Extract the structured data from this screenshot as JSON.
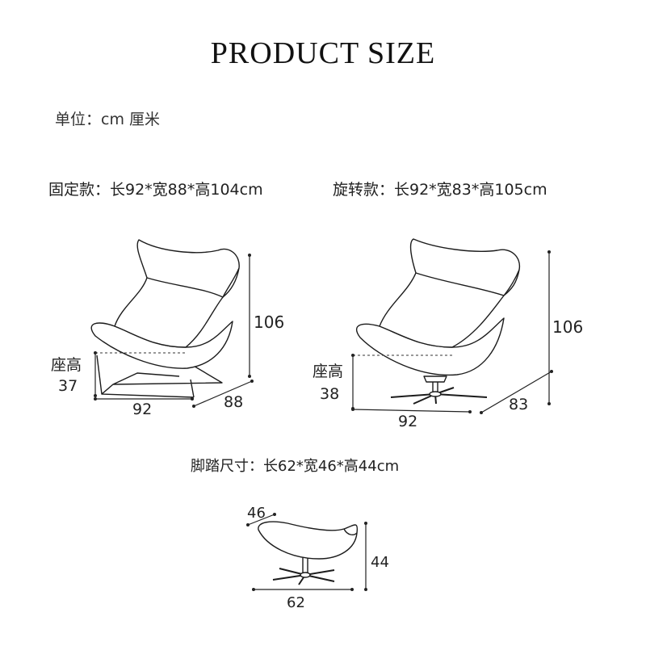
{
  "title": "PRODUCT SIZE",
  "unit": "单位：cm 厘米",
  "fixed": {
    "spec": "固定款：长92*宽88*高104cm",
    "height": "106",
    "seat_label": "座高",
    "seat_height": "37",
    "length": "92",
    "width": "88"
  },
  "swivel": {
    "spec": "旋转款：长92*宽83*高105cm",
    "height": "106",
    "seat_label": "座高",
    "seat_height": "38",
    "length": "92",
    "width": "83"
  },
  "ottoman": {
    "spec": "脚踏尺寸：长62*宽46*高44cm",
    "width": "46",
    "height": "44",
    "length": "62"
  }
}
